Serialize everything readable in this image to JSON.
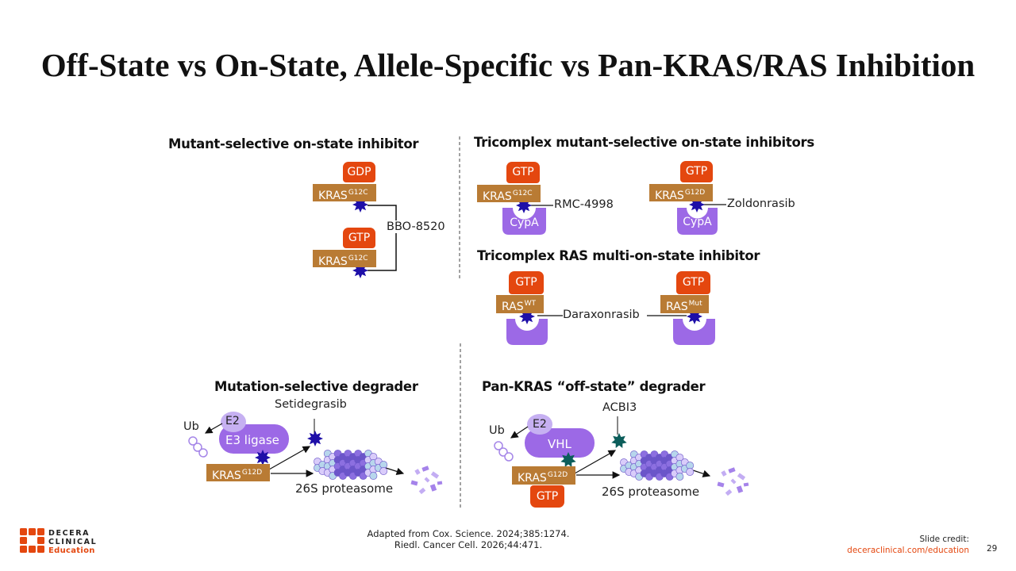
{
  "title": "Off-State vs On-State, Allele-Specific vs Pan-KRAS/RAS Inhibition",
  "panels": {
    "mutant_on": {
      "heading": "Mutant-selective on-state inhibitor",
      "gdp": "GDP",
      "gtp": "GTP",
      "kras": "KRAS",
      "mutation": "G12C",
      "drug": "BBO-8520"
    },
    "tricomplex_mut": {
      "heading": "Tricomplex mutant-selective on-state inhibitors",
      "left": {
        "gtp": "GTP",
        "kras": "KRAS",
        "mutation": "G12C",
        "cypa": "CypA",
        "drug": "RMC-4998"
      },
      "right": {
        "gtp": "GTP",
        "kras": "KRAS",
        "mutation": "G12D",
        "cypa": "CypA",
        "drug": "Zoldonrasib"
      }
    },
    "tricomplex_multi": {
      "heading": "Tricomplex RAS multi-on-state inhibitor",
      "left": {
        "gtp": "GTP",
        "ras": "RAS",
        "variant": "WT"
      },
      "right": {
        "gtp": "GTP",
        "ras": "RAS",
        "variant": "Mut"
      },
      "drug": "Daraxonrasib"
    },
    "mut_degrader": {
      "heading": "Mutation-selective degrader",
      "ub": "Ub",
      "e2": "E2",
      "ligase": "E3 ligase",
      "kras": "KRAS",
      "mutation": "G12D",
      "drug": "Setidegrasib",
      "proteasome": "26S proteasome"
    },
    "pan_degrader": {
      "heading": "Pan-KRAS “off-state” degrader",
      "ub": "Ub",
      "e2": "E2",
      "ligase": "VHL",
      "kras": "KRAS",
      "mutation": "G12D",
      "gtp": "GTP",
      "drug": "ACBI3",
      "proteasome": "26S proteasome"
    }
  },
  "footer": {
    "logo_line1": "DECERA",
    "logo_line2": "CLINICAL",
    "logo_line3": "Education",
    "citation_line1": "Adapted from Cox. Science. 2024;385:1274.",
    "citation_line2": "Riedl. Cancer Cell. 2026;44:471.",
    "credit_label": "Slide credit:",
    "credit_url": "deceraclinical.com/education",
    "page_number": "29"
  },
  "colors": {
    "gtp": "#e4470f",
    "kras": "#b97b34",
    "cypa": "#9c69e6",
    "inhibitor_star": "#1e0fa8",
    "degrader_star": "#0b5d5a",
    "brand_accent": "#e4470f"
  }
}
